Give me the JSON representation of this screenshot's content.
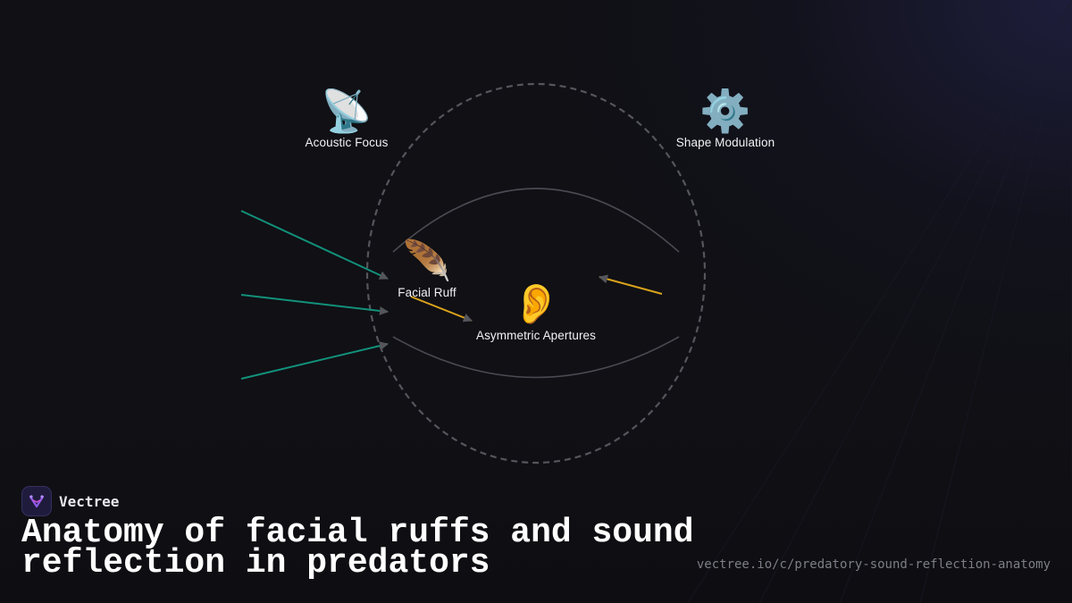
{
  "diagram": {
    "nodes": {
      "acoustic_focus": {
        "label": "Acoustic Focus",
        "icon": "satellite-dish-icon",
        "glyph": "📡"
      },
      "shape_modulation": {
        "label": "Shape Modulation",
        "icon": "gear-icon",
        "glyph": "⚙️"
      },
      "facial_ruff": {
        "label": "Facial Ruff",
        "icon": "feather-icon",
        "glyph": "🪶"
      },
      "asymmetric_apertures": {
        "label": "Asymmetric Apertures",
        "icon": "ear-icon",
        "glyph": "👂"
      }
    },
    "colors": {
      "incoming_sound": "#12917a",
      "reflected_sound": "#d9a21b",
      "ruff_outline": "#55555c",
      "arc": "#4a4a52"
    }
  },
  "brand": {
    "name": "Vectree",
    "icon": "vectree-logo-icon"
  },
  "title": "Anatomy of facial ruffs and sound reflection in predators",
  "source_url": "vectree.io/c/predatory-sound-reflection-anatomy"
}
